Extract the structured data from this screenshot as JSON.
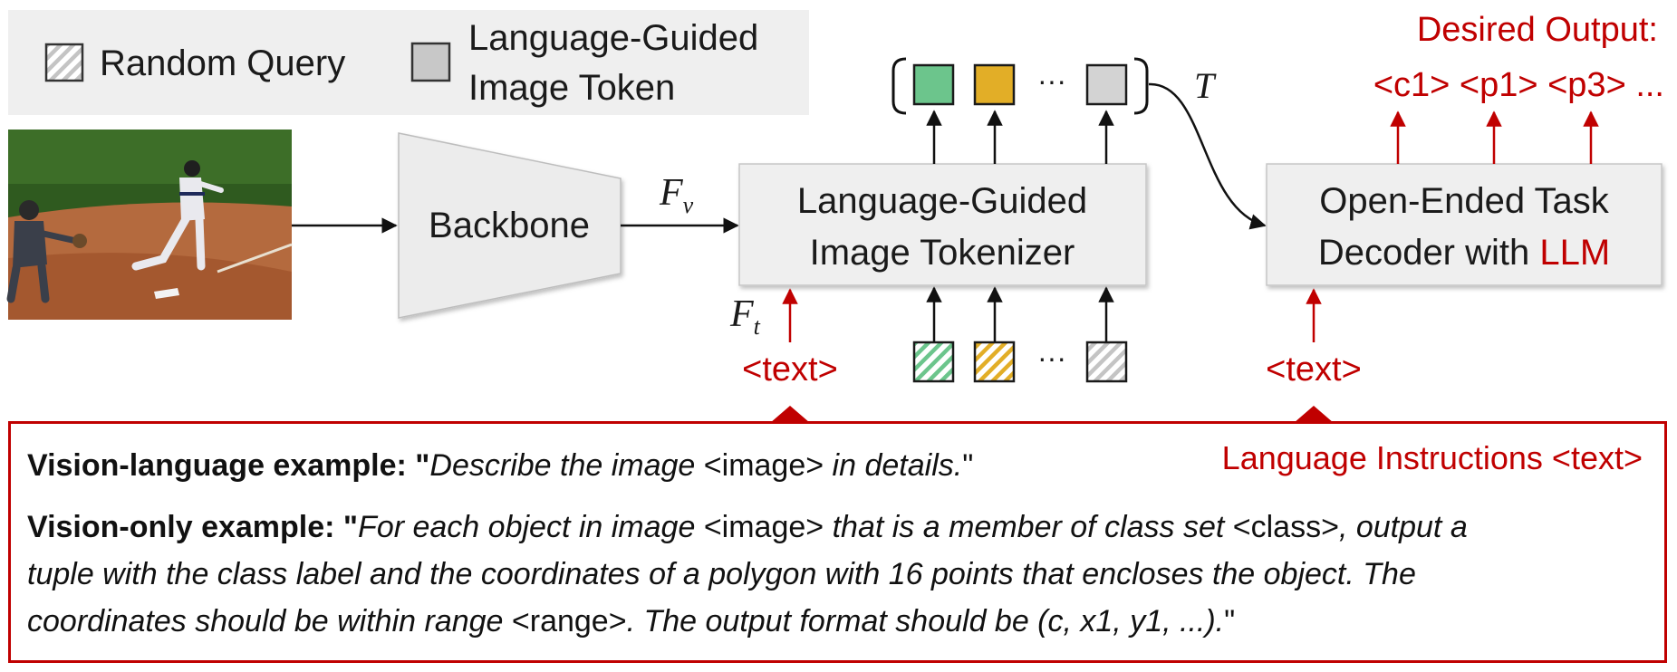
{
  "legend": {
    "random_query": "Random Query",
    "lg_token_line1": "Language-Guided",
    "lg_token_line2": "Image Token"
  },
  "backbone": {
    "label": "Backbone"
  },
  "tokenizer": {
    "line1": "Language-Guided",
    "line2": "Image Tokenizer"
  },
  "decoder": {
    "line1": "Open-Ended Task",
    "line2_prefix": "Decoder with ",
    "line2_llm": "LLM"
  },
  "symbols": {
    "fv": "F",
    "fv_sub": "v",
    "ft": "F",
    "ft_sub": "t",
    "t": "T",
    "ellipsis": "···"
  },
  "text_input": {
    "tokenizer": "<text>",
    "decoder": "<text>"
  },
  "desired_output": {
    "title": "Desired Output:",
    "sequence": "<c1> <p1> <p3> ..."
  },
  "instructions_label": "Language Instructions <text>",
  "examples": {
    "vl_label": "Vision-language example: ",
    "vl_open_quote": "\"",
    "vl_text1": "Describe the image ",
    "vl_image_tag": "<image>",
    "vl_text2": " in details.",
    "vl_close_quote": "\"",
    "vo_label": "Vision-only example: ",
    "vo_open_quote": "\"",
    "vo_text1": "For each object in image ",
    "vo_image_tag": "<image>",
    "vo_text2": " that is a member of class set ",
    "vo_class_tag": "<class>",
    "vo_text3": ", output a",
    "vo_line2": "tuple with the class label and the coordinates of a polygon with 16 points that encloses the object.  The",
    "vo_line3a": "coordinates should be within range ",
    "vo_range_tag": "<range>",
    "vo_line3b": ". The output format should be (c, x1, y1, ...).",
    "vo_close_quote": "\""
  },
  "colors": {
    "accent_red": "#c00000",
    "token_green": "#6cc58c",
    "token_yellow": "#e2ae27",
    "token_gray": "#d3d3d3",
    "box_fill": "#efefef"
  }
}
